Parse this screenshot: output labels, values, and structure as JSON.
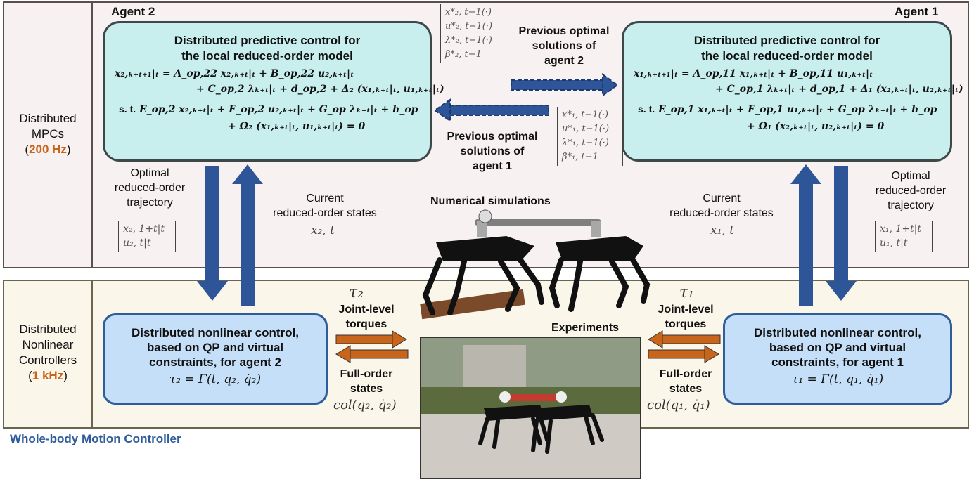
{
  "sections": {
    "mpc_label_line1": "Distributed",
    "mpc_label_line2": "MPCs",
    "mpc_rate": "200 Hz",
    "nlc_label_line1": "Distributed",
    "nlc_label_line2": "Nonlinear",
    "nlc_label_line3": "Controllers",
    "nlc_rate": "1 kHz",
    "open_paren": "(",
    "close_paren": ")"
  },
  "agent2": {
    "name": "Agent 2",
    "mpc_title_line1": "Distributed predictive control for",
    "mpc_title_line2": "the local reduced-order model",
    "eq1": "x₂,ₖ₊ₜ₊₁|ₜ = A_op,22 x₂,ₖ₊ₜ|ₜ + B_op,22 u₂,ₖ₊ₜ|ₜ",
    "eq2": "+ C_op,2 λₖ₊ₜ|ₜ + d_op,2 + Δ₂ (x₁,ₖ₊ₜ|ₜ, u₁,ₖ₊ₜ|ₜ)",
    "eq3_prefix": "s. t.",
    "eq3": "E_op,2 x₂,ₖ₊ₜ|ₜ + F_op,2 u₂,ₖ₊ₜ|ₜ + G_op λₖ₊ₜ|ₜ + h_op",
    "eq4": "+ Ω₂ (x₁,ₖ₊ₜ|ₜ, u₁,ₖ₊ₜ|ₜ) = 0",
    "nlc_title_line1": "Distributed nonlinear control,",
    "nlc_title_line2": "based on QP and virtual",
    "nlc_title_line3": "constraints, for agent 2",
    "nlc_eq": "τ₂ = Γ(t, q₂, q̇₂)",
    "optimal_line1": "Optimal",
    "optimal_line2": "reduced-order",
    "optimal_line3": "trajectory",
    "traj_vec1": "x₂, 1+t|t",
    "traj_vec2": "u₂, t|t",
    "current_line1": "Current",
    "current_line2": "reduced-order states",
    "current_sym": "x₂, t",
    "tau": "τ₂",
    "fullstate": "col(q₂, q̇₂)"
  },
  "agent1": {
    "name": "Agent 1",
    "mpc_title_line1": "Distributed predictive control for",
    "mpc_title_line2": "the local reduced-order model",
    "eq1": "x₁,ₖ₊ₜ₊₁|ₜ = A_op,11 x₁,ₖ₊ₜ|ₜ + B_op,11 u₁,ₖ₊ₜ|ₜ",
    "eq2": "+ C_op,1 λₖ₊ₜ|ₜ + d_op,1 + Δ₁ (x₂,ₖ₊ₜ|ₜ, u₂,ₖ₊ₜ|ₜ)",
    "eq3_prefix": "s. t.",
    "eq3": "E_op,1 x₁,ₖ₊ₜ|ₜ + F_op,1 u₁,ₖ₊ₜ|ₜ + G_op λₖ₊ₜ|ₜ + h_op",
    "eq4": "+ Ω₁ (x₂,ₖ₊ₜ|ₜ, u₂,ₖ₊ₜ|ₜ) = 0",
    "nlc_title_line1": "Distributed nonlinear control,",
    "nlc_title_line2": "based on QP and virtual",
    "nlc_title_line3": "constraints, for agent 1",
    "nlc_eq": "τ₁ = Γ(t, q₁, q̇₁)",
    "optimal_line1": "Optimal",
    "optimal_line2": "reduced-order",
    "optimal_line3": "trajectory",
    "traj_vec1": "x₁, 1+t|t",
    "traj_vec2": "u₁, t|t",
    "current_line1": "Current",
    "current_line2": "reduced-order states",
    "current_sym": "x₁, t",
    "tau": "τ₁",
    "fullstate": "col(q₁, q̇₁)"
  },
  "exchange": {
    "prev2_line1": "Previous optimal",
    "prev2_line2": "solutions of",
    "prev2_line3": "agent 2",
    "prev1_line1": "Previous optimal",
    "prev1_line2": "solutions of",
    "prev1_line3": "agent 1",
    "vec2": [
      "x*₂, t−1(·)",
      "u*₂, t−1(·)",
      "λ*₂, t−1(·)",
      "β*₂, t−1"
    ],
    "vec1": [
      "x*₁, t−1(·)",
      "u*₁, t−1(·)",
      "λ*₁, t−1(·)",
      "β*₁, t−1"
    ],
    "torque_line1": "Joint-level",
    "torque_line2": "torques",
    "state_line1": "Full-order",
    "state_line2": "states"
  },
  "center": {
    "sim_label": "Numerical simulations",
    "exp_label": "Experiments"
  },
  "footer": "Whole-body Motion Controller",
  "colors": {
    "arrow_blue": "#2f5599",
    "arrow_orange": "#c8651b",
    "mpc_fill": "#c9eeee",
    "nlc_fill": "#c5dff8"
  }
}
